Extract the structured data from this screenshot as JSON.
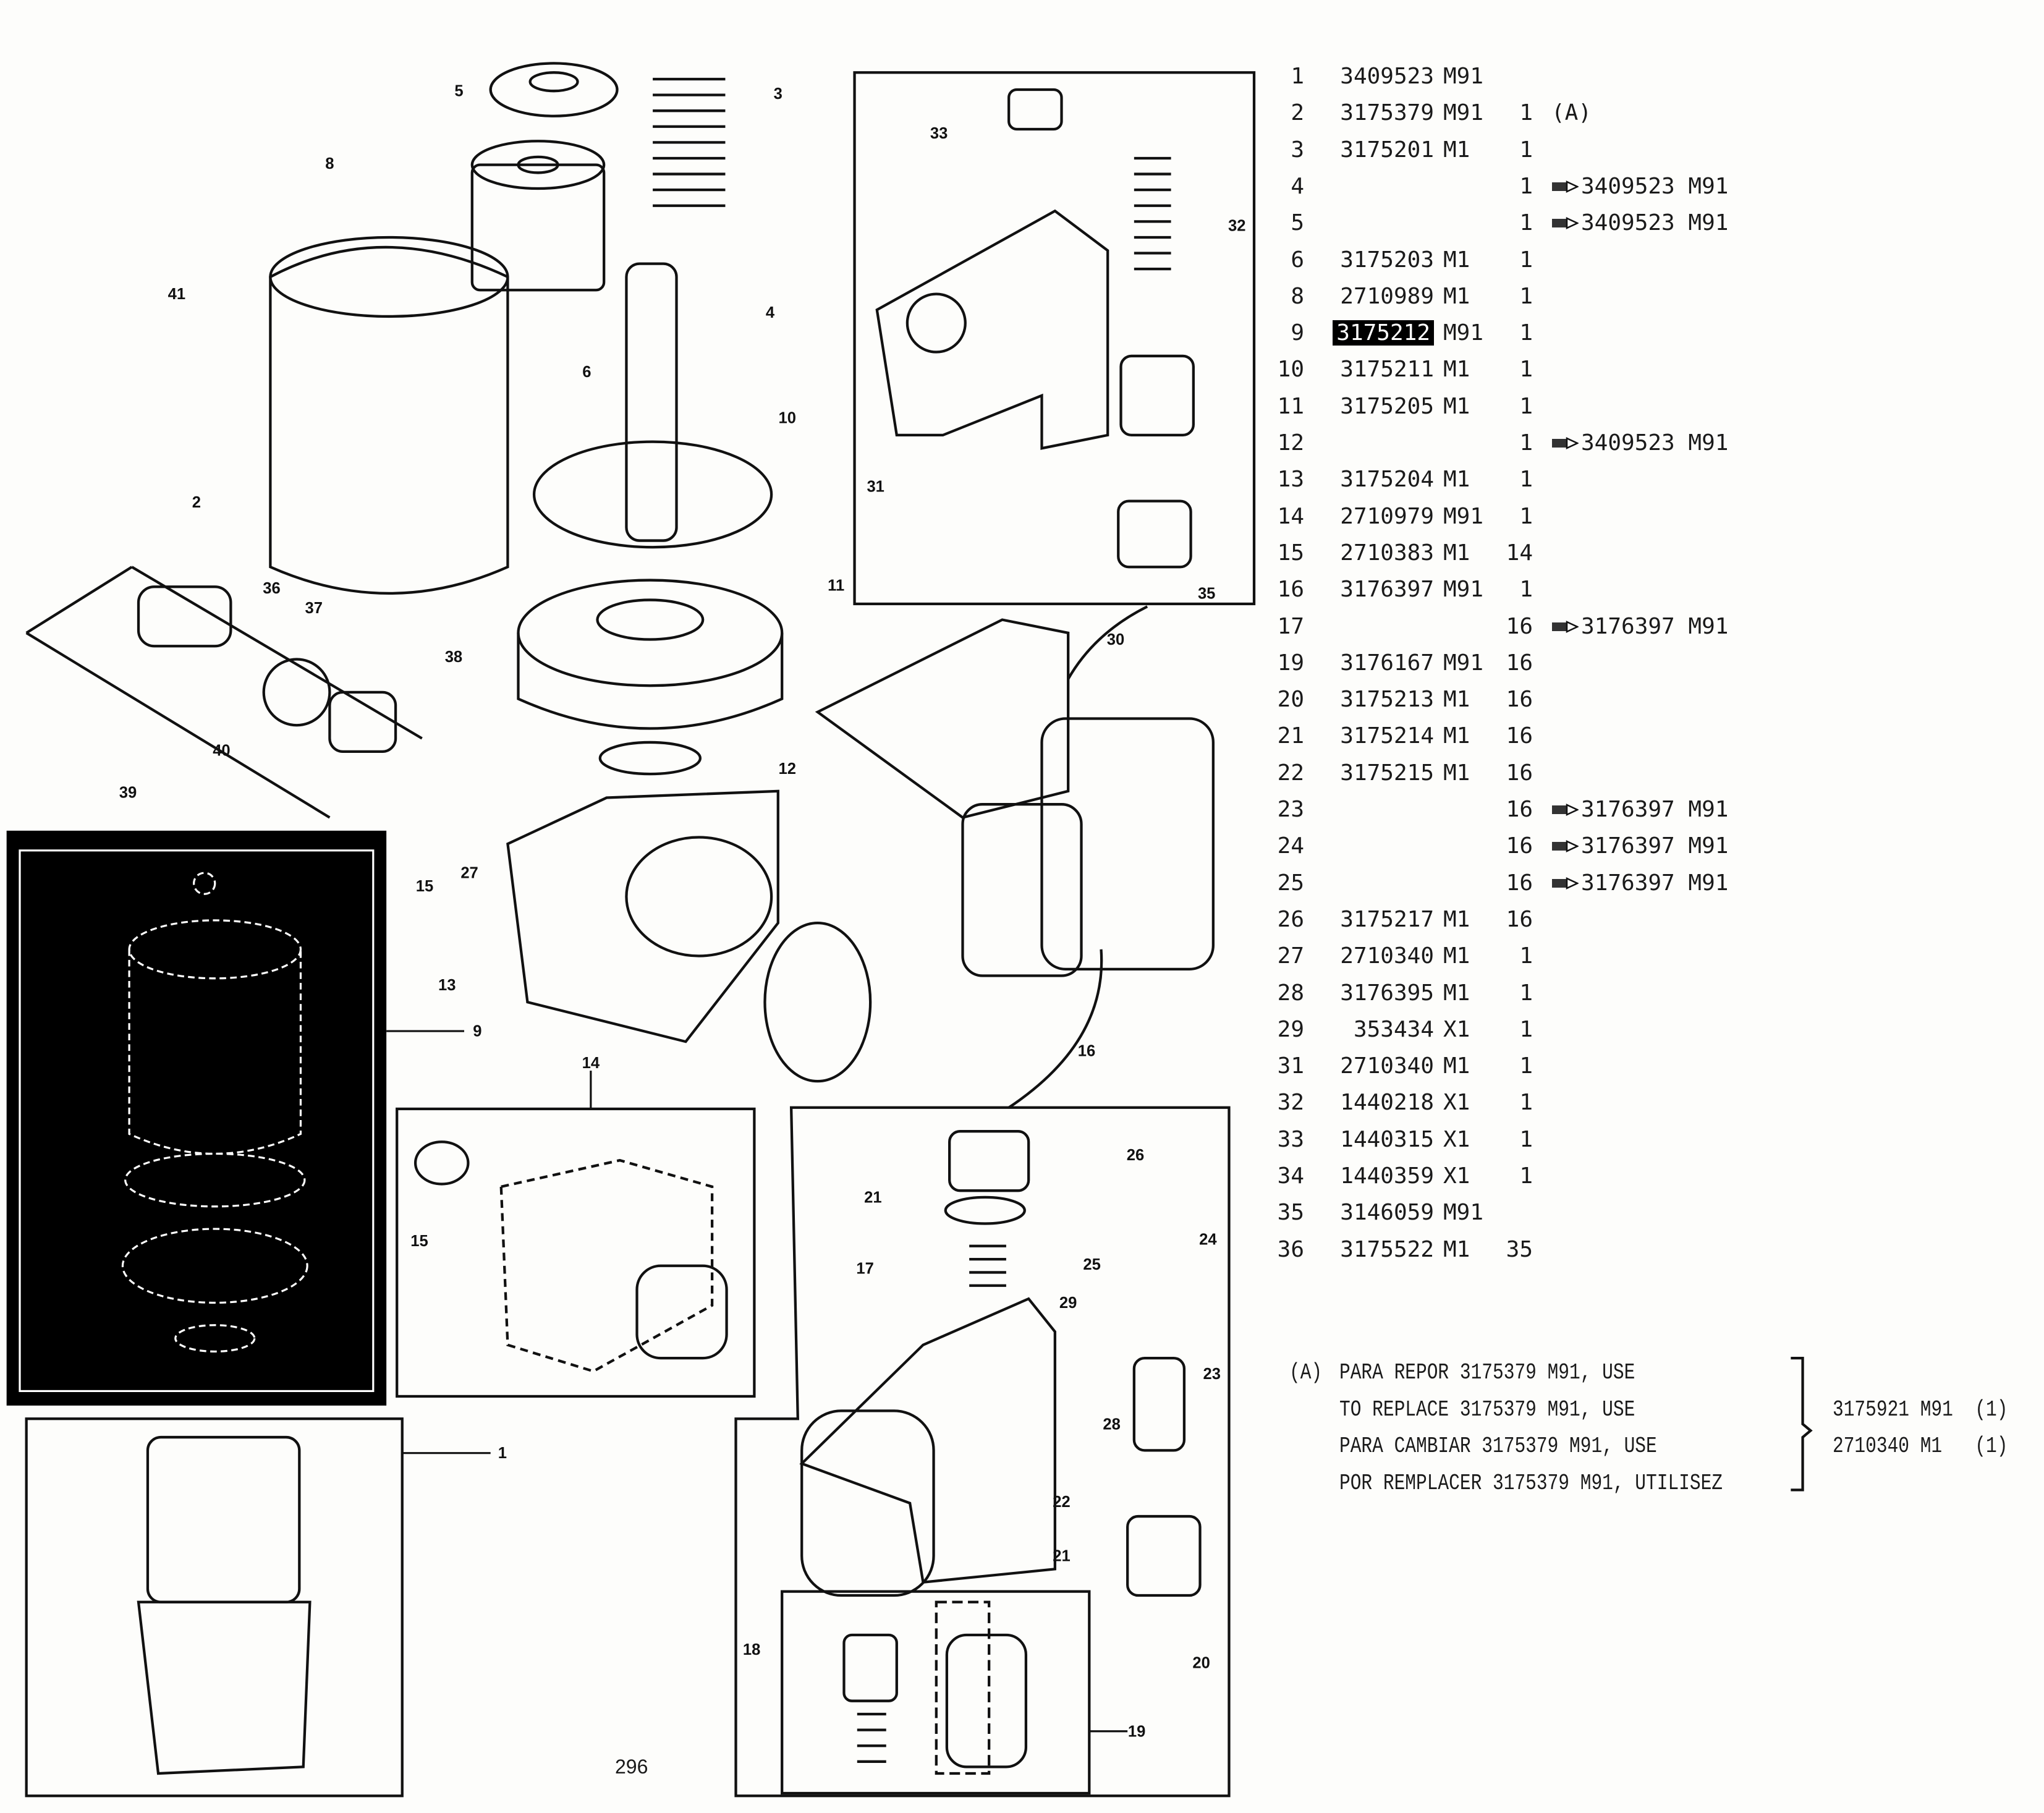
{
  "parts_list": [
    {
      "item": "1",
      "part": "3409523",
      "suffix": "M91",
      "qty": "",
      "ref": ""
    },
    {
      "item": "2",
      "part": "3175379",
      "suffix": "M91",
      "qty": "1",
      "ref": "(A)"
    },
    {
      "item": "3",
      "part": "3175201",
      "suffix": "M1",
      "qty": "1",
      "ref": ""
    },
    {
      "item": "4",
      "part": "",
      "suffix": "",
      "qty": "1",
      "ref": "3409523 M91",
      "pointer": true
    },
    {
      "item": "5",
      "part": "",
      "suffix": "",
      "qty": "1",
      "ref": "3409523 M91",
      "pointer": true
    },
    {
      "item": "6",
      "part": "3175203",
      "suffix": "M1",
      "qty": "1",
      "ref": ""
    },
    {
      "item": "8",
      "part": "2710989",
      "suffix": "M1",
      "qty": "1",
      "ref": ""
    },
    {
      "item": "9",
      "part": "3175212",
      "suffix": "M91",
      "qty": "1",
      "ref": "",
      "highlighted": true
    },
    {
      "item": "10",
      "part": "3175211",
      "suffix": "M1",
      "qty": "1",
      "ref": ""
    },
    {
      "item": "11",
      "part": "3175205",
      "suffix": "M1",
      "qty": "1",
      "ref": ""
    },
    {
      "item": "12",
      "part": "",
      "suffix": "",
      "qty": "1",
      "ref": "3409523 M91",
      "pointer": true
    },
    {
      "item": "13",
      "part": "3175204",
      "suffix": "M1",
      "qty": "1",
      "ref": ""
    },
    {
      "item": "14",
      "part": "2710979",
      "suffix": "M91",
      "qty": "1",
      "ref": ""
    },
    {
      "item": "15",
      "part": "2710383",
      "suffix": "M1",
      "qty": "14",
      "ref": ""
    },
    {
      "item": "16",
      "part": "3176397",
      "suffix": "M91",
      "qty": "1",
      "ref": ""
    },
    {
      "item": "17",
      "part": "",
      "suffix": "",
      "qty": "16",
      "ref": "3176397 M91",
      "pointer": true
    },
    {
      "item": "19",
      "part": "3176167",
      "suffix": "M91",
      "qty": "16",
      "ref": ""
    },
    {
      "item": "20",
      "part": "3175213",
      "suffix": "M1",
      "qty": "16",
      "ref": ""
    },
    {
      "item": "21",
      "part": "3175214",
      "suffix": "M1",
      "qty": "16",
      "ref": ""
    },
    {
      "item": "22",
      "part": "3175215",
      "suffix": "M1",
      "qty": "16",
      "ref": ""
    },
    {
      "item": "23",
      "part": "",
      "suffix": "",
      "qty": "16",
      "ref": "3176397 M91",
      "pointer": true
    },
    {
      "item": "24",
      "part": "",
      "suffix": "",
      "qty": "16",
      "ref": "3176397 M91",
      "pointer": true
    },
    {
      "item": "25",
      "part": "",
      "suffix": "",
      "qty": "16",
      "ref": "3176397 M91",
      "pointer": true
    },
    {
      "item": "26",
      "part": "3175217",
      "suffix": "M1",
      "qty": "16",
      "ref": ""
    },
    {
      "item": "27",
      "part": "2710340",
      "suffix": "M1",
      "qty": "1",
      "ref": ""
    },
    {
      "item": "28",
      "part": "3176395",
      "suffix": "M1",
      "qty": "1",
      "ref": ""
    },
    {
      "item": "29",
      "part": "353434",
      "suffix": "X1",
      "qty": "1",
      "ref": ""
    },
    {
      "item": "31",
      "part": "2710340",
      "suffix": "M1",
      "qty": "1",
      "ref": ""
    },
    {
      "item": "32",
      "part": "1440218",
      "suffix": "X1",
      "qty": "1",
      "ref": ""
    },
    {
      "item": "33",
      "part": "1440315",
      "suffix": "X1",
      "qty": "1",
      "ref": ""
    },
    {
      "item": "34",
      "part": "1440359",
      "suffix": "X1",
      "qty": "1",
      "ref": ""
    },
    {
      "item": "35",
      "part": "3146059",
      "suffix": "M91",
      "qty": "",
      "ref": ""
    },
    {
      "item": "36",
      "part": "3175522",
      "suffix": "M1",
      "qty": "35",
      "ref": ""
    }
  ],
  "note": {
    "marker": "(A)",
    "lines": [
      "PARA REPOR 3175379 M91, USE",
      "TO REPLACE 3175379 M91, USE",
      "PARA CAMBIAR 3175379 M91, USE",
      "POR REMPLACER 3175379 M91, UTILISEZ"
    ],
    "replacements": [
      "3175921 M91  (1)",
      "2710340 M1   (1)"
    ]
  },
  "callouts": [
    "5",
    "3",
    "8",
    "33",
    "32",
    "41",
    "4",
    "6",
    "10",
    "31",
    "2",
    "36",
    "37",
    "35",
    "11",
    "30",
    "38",
    "12",
    "40",
    "39",
    "15",
    "27",
    "13",
    "9",
    "16",
    "14",
    "15",
    "26",
    "21",
    "24",
    "17",
    "25",
    "29",
    "23",
    "28",
    "1",
    "22",
    "21",
    "18",
    "20",
    "19"
  ],
  "page_number": "296",
  "colors": {
    "ink": "#1a1a1a",
    "paper": "#fdfdfb",
    "inset_background": "#000000"
  }
}
